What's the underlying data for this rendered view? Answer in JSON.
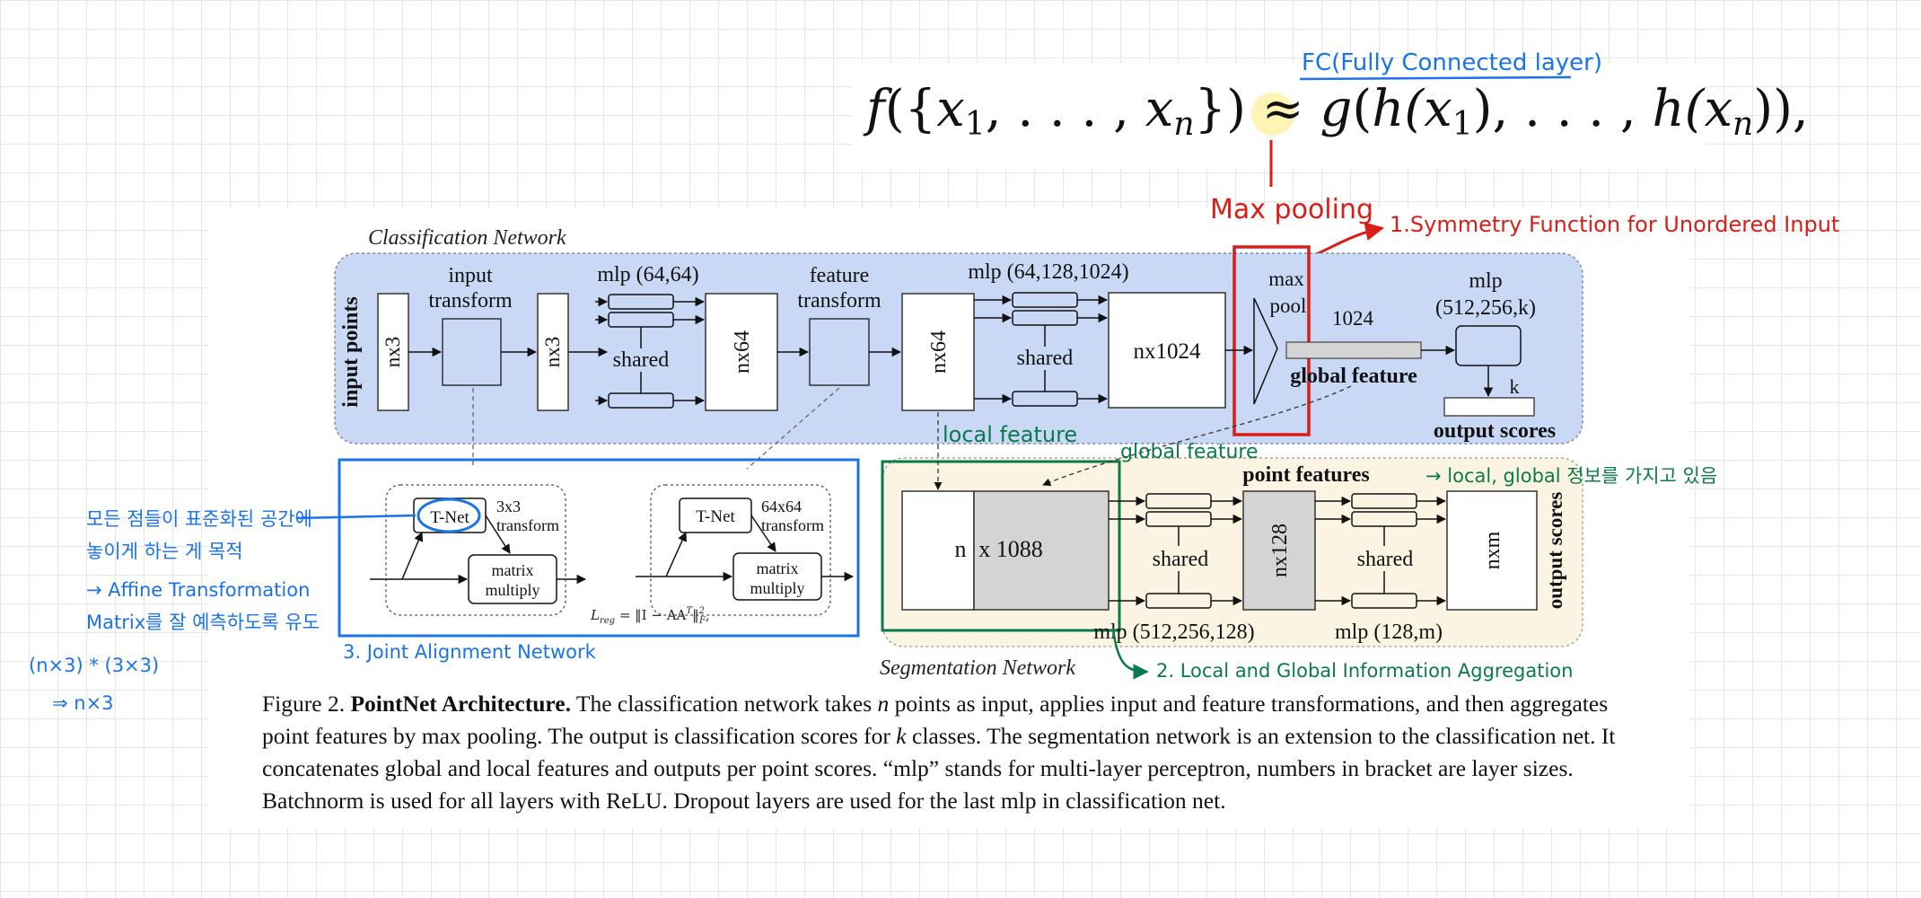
{
  "formula": {
    "f_label": "f",
    "set_open": "({",
    "x1": "x",
    "sub1": "1",
    "dots": ", . . . , ",
    "xn": "x",
    "subn": "n",
    "set_close": "}) ≈ ",
    "g_label": "g",
    "g_open": "(",
    "h1": "h",
    "h1_arg": "(x",
    "h1_sub": "1",
    "h1_close": "), . . . , ",
    "hn": "h",
    "hn_arg": "(x",
    "hn_sub": "n",
    "tail": ")),",
    "highlight_color": "#fff4b3"
  },
  "annotations": {
    "fc": "FC(Fully Connected layer)",
    "max_pooling": "Max pooling",
    "symmetry": "1.Symmetry Function for Unordered Input",
    "local_feature": "local feature",
    "global_feature": "global feature",
    "point_features_note": "→ local, global 정보를 가지고 있음",
    "local_global": "2. Local and Global Information Aggregation",
    "joint_alignment": "3. Joint Alignment Network",
    "korean_line1": "모든 점들이 표준화된 공간에",
    "korean_line2": "놓이게 하는 게 목적",
    "korean_line3": "→ Affine Transformation",
    "korean_line4": "Matrix를 잘 예측하도록 유도",
    "math_line1": "(n×3) * (3×3)",
    "math_line2": "⇒ n×3",
    "blue_color": "#1a73e8",
    "red_color": "#d91e18",
    "green_color": "#0b7a4b"
  },
  "classification": {
    "title": "Classification Network",
    "input_points": "input points",
    "nx3_a": "nx3",
    "input_transform_1": "input",
    "input_transform_2": "transform",
    "nx3_b": "nx3",
    "mlp1": "mlp (64,64)",
    "shared1": "shared",
    "nx64_a": "nx64",
    "feature_transform_1": "feature",
    "feature_transform_2": "transform",
    "nx64_b": "nx64",
    "mlp2": "mlp (64,128,1024)",
    "shared2": "shared",
    "nx1024": "nx1024",
    "max": "max",
    "pool": "pool",
    "dim1024": "1024",
    "global_feature": "global feature",
    "mlp3_a": "mlp",
    "mlp3_b": "(512,256,k)",
    "k": "k",
    "output_scores": "output scores",
    "bg_color": "#c9d8f5"
  },
  "tnet": {
    "tnet1": "T-Net",
    "tnet1_label_1": "3x3",
    "tnet1_label_2": "transform",
    "matmul1_a": "matrix",
    "matmul1_b": "multiply",
    "tnet2": "T-Net",
    "tnet2_label_1": "64x64",
    "tnet2_label_2": "transform",
    "matmul2_a": "matrix",
    "matmul2_b": "multiply",
    "reg": "L",
    "reg_sub": "reg",
    "reg_eq": " = ‖I − AA",
    "reg_sup": "T",
    "reg_tail": "‖",
    "reg_norm_sub": "F",
    "reg_norm_sup": "2",
    "reg_comma": ","
  },
  "segmentation": {
    "title": "Segmentation Network",
    "n": "n",
    "x1088": "x 1088",
    "point_features": "point features",
    "shared1": "shared",
    "nx128": "nx128",
    "shared2": "shared",
    "nxm": "nxm",
    "output_scores": "output scores",
    "mlp1": "mlp (512,256,128)",
    "mlp2": "mlp (128,m)",
    "bg_color": "#fbf4e3"
  },
  "caption": {
    "prefix": "Figure 2. ",
    "bold": "PointNet Architecture.",
    "t1": " The classification network takes ",
    "n": "n",
    "t2": " points as input, applies input and feature transformations, and then aggregates point features by max pooling. The output is classification scores for ",
    "k": "k",
    "t3": " classes. The segmentation network is an extension to the classification net. It concatenates global and local features and outputs per point scores. “mlp” stands for multi-layer perceptron, numbers in bracket are layer sizes. Batchnorm is used for all layers with ReLU. Dropout layers are used for the last mlp in classification net."
  }
}
